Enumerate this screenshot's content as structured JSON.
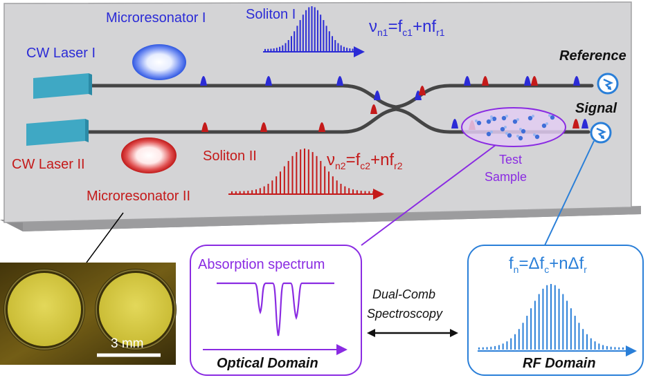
{
  "labels": {
    "microresonator_1": "Microresonator I",
    "microresonator_2": "Microresonator II",
    "laser_1": "CW Laser I",
    "laser_2": "CW Laser II",
    "soliton_1": "Soliton I",
    "soliton_2": "Soliton II",
    "reference": "Reference",
    "signal": "Signal",
    "test_sample_line1": "Test",
    "test_sample_line2": "Sample",
    "absorption": "Absorption spectrum",
    "optical_domain": "Optical Domain",
    "rf_domain": "RF Domain",
    "dual_comb_line1": "Dual-Comb",
    "dual_comb_line2": "Spectroscopy",
    "scale_bar": "3 mm"
  },
  "equations": {
    "eq1": {
      "base": "ν",
      "sub_n": "n1",
      "eq": "=f",
      "sub_c": "c1",
      "plus": "+nf",
      "sub_r": "r1"
    },
    "eq2": {
      "base": "ν",
      "sub_n": "n2",
      "eq": "=f",
      "sub_c": "c2",
      "plus": "+nf",
      "sub_r": "r2"
    },
    "eq3": {
      "base": "f",
      "sub_n": "n",
      "eq": "=Δf",
      "sub_c": "c",
      "plus": "+nΔf",
      "sub_r": "r"
    }
  },
  "colors": {
    "comb1": "#2b2bd6",
    "comb2": "#c41a1a",
    "optical": "#8a2be2",
    "rf": "#2a7fd8",
    "chip": "#d4d4d6",
    "waveguide": "#454545",
    "laser": "#3fa8c4"
  },
  "icons": [
    "photodetector-icon"
  ]
}
